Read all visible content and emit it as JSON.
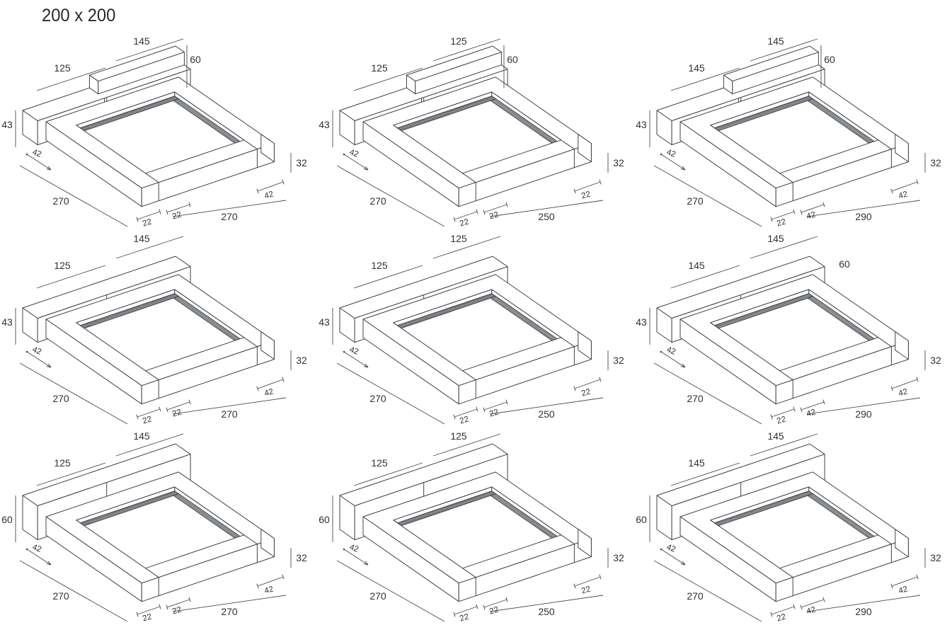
{
  "page": {
    "title": "200 x 200",
    "background": "#ffffff",
    "line_color": "#3f4347",
    "text_color": "#2e3236"
  },
  "diagrams": [
    {
      "variant": "step",
      "dim_top": "145",
      "dim_upper_left": "125",
      "dim_block_h": "60",
      "dim_head_h": "43",
      "dim_rail_left": "42",
      "dim_length": "270",
      "dim_foot_a": "22",
      "dim_foot_b": "22",
      "dim_width_bottom": "270",
      "dim_rail_right": "42",
      "dim_frame_h": "32"
    },
    {
      "variant": "step",
      "dim_top": "125",
      "dim_upper_left": "125",
      "dim_block_h": "60",
      "dim_head_h": "43",
      "dim_rail_left": "42",
      "dim_length": "270",
      "dim_foot_a": "22",
      "dim_foot_b": "22",
      "dim_width_bottom": "250",
      "dim_rail_right": "22",
      "dim_frame_h": "32"
    },
    {
      "variant": "step",
      "dim_top": "145",
      "dim_upper_left": "145",
      "dim_block_h": "60",
      "dim_head_h": "43",
      "dim_rail_left": "42",
      "dim_length": "270",
      "dim_foot_a": "22",
      "dim_foot_b": "42",
      "dim_width_bottom": "290",
      "dim_rail_right": "42",
      "dim_frame_h": "32"
    },
    {
      "variant": "flat43",
      "dim_top": "145",
      "dim_upper_left": "125",
      "dim_head_h": "43",
      "dim_rail_left": "42",
      "dim_length": "270",
      "dim_foot_a": "22",
      "dim_foot_b": "22",
      "dim_width_bottom": "270",
      "dim_rail_right": "42",
      "dim_frame_h": "32"
    },
    {
      "variant": "flat43",
      "dim_top": "125",
      "dim_upper_left": "125",
      "dim_head_h": "43",
      "dim_rail_left": "42",
      "dim_length": "270",
      "dim_foot_a": "22",
      "dim_foot_b": "22",
      "dim_width_bottom": "250",
      "dim_rail_right": "22",
      "dim_frame_h": "32"
    },
    {
      "variant": "flat43",
      "dim_top": "145",
      "dim_upper_left": "145",
      "dim_head_h": "43",
      "dim_float": "60",
      "dim_rail_left": "42",
      "dim_length": "270",
      "dim_foot_a": "22",
      "dim_foot_b": "42",
      "dim_width_bottom": "290",
      "dim_rail_right": "42",
      "dim_frame_h": "32"
    },
    {
      "variant": "flat60",
      "dim_top": "145",
      "dim_upper_left": "125",
      "dim_head_h": "60",
      "dim_rail_left": "42",
      "dim_length": "270",
      "dim_foot_a": "22",
      "dim_foot_b": "22",
      "dim_width_bottom": "270",
      "dim_rail_right": "42",
      "dim_frame_h": "32"
    },
    {
      "variant": "flat60",
      "dim_top": "125",
      "dim_upper_left": "125",
      "dim_head_h": "60",
      "dim_rail_left": "42",
      "dim_length": "270",
      "dim_foot_a": "22",
      "dim_foot_b": "22",
      "dim_width_bottom": "250",
      "dim_rail_right": "22",
      "dim_frame_h": "32"
    },
    {
      "variant": "flat60",
      "dim_top": "145",
      "dim_upper_left": "145",
      "dim_head_h": "60",
      "dim_rail_left": "42",
      "dim_length": "270",
      "dim_foot_a": "22",
      "dim_foot_b": "42",
      "dim_width_bottom": "290",
      "dim_rail_right": "42",
      "dim_frame_h": "32"
    }
  ]
}
